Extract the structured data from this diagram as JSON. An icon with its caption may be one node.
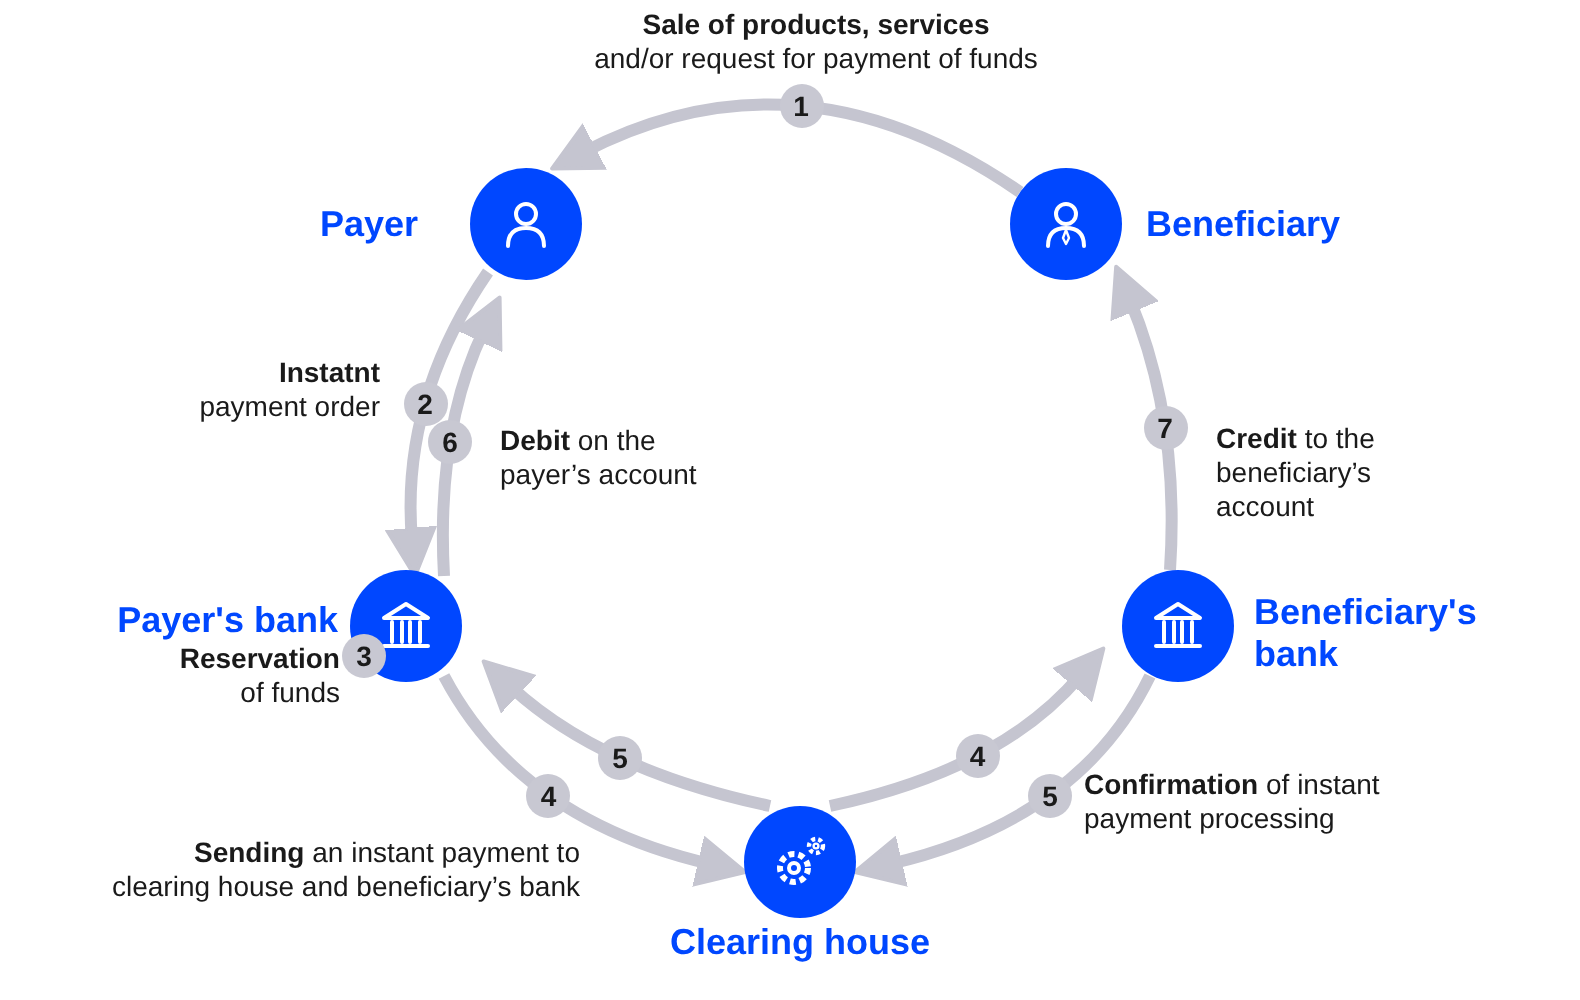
{
  "diagram": {
    "nodes": [
      {
        "text": [
          "Payer"
        ]
      },
      {
        "text": [
          "Beneficiary"
        ]
      },
      {
        "text": [
          "Payer's bank"
        ]
      },
      {
        "text": [
          "Beneficiary's bank"
        ]
      },
      {
        "text": [
          "Clearing house"
        ]
      }
    ],
    "edges": [
      {
        "from": 1,
        "to": 0,
        "arrow": "to",
        "label": "1"
      },
      {
        "from": 0,
        "to": 2,
        "arrow": "to",
        "label": "2"
      },
      {
        "from": 2,
        "to": 0,
        "arrow": "to",
        "label": "6"
      },
      {
        "from": 2,
        "to": 4,
        "arrow": "to",
        "label": "4"
      },
      {
        "from": 4,
        "to": 2,
        "arrow": "to",
        "label": "5"
      },
      {
        "from": 4,
        "to": 3,
        "arrow": "to",
        "label": "4"
      },
      {
        "from": 3,
        "to": 4,
        "arrow": "to",
        "label": "5"
      },
      {
        "from": 3,
        "to": 1,
        "arrow": "to",
        "label": "7"
      }
    ],
    "labels": [
      "**Sale of products, services** and/or request for payment of funds",
      "**Instatnt** payment order",
      "**Debit** on the payer’s account",
      "**Credit** to the beneficiary’s account",
      "3",
      "**Reservation** of funds",
      "**Sending** an instant payment to clearing house and beneficiary’s bank",
      "**Confirmation** of instant payment processing"
    ]
  }
}
